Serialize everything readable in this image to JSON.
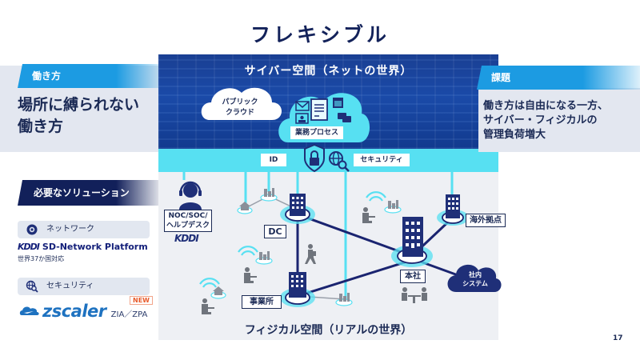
{
  "slide": {
    "title": "フレキシブル",
    "page_number": "17"
  },
  "left_panel": {
    "tag": "働き方",
    "main_line1": "場所に縛られない",
    "main_line2": "働き方"
  },
  "solutions": {
    "tag": "必要なソリューション",
    "network": {
      "label": "ネットワーク",
      "icon": "network-globe-icon",
      "brand": "KDDI",
      "product": "SD-Network Platform",
      "note": "世界37か国対応"
    },
    "security": {
      "label": "セキュリティ",
      "icon": "globe-search-icon",
      "brand": "zscaler",
      "product": "ZIA／ZPA",
      "badge": "NEW"
    }
  },
  "diagram": {
    "cyber_title": "サイバー空間（ネットの世界）",
    "public_cloud_line1": "パブリック",
    "public_cloud_line2": "クラウド",
    "business_process": "業務プロセス",
    "id_label": "ID",
    "security_label": "セキュリティ",
    "noc_line1": "NOC/SOC/",
    "noc_line2": "ヘルプデスク",
    "noc_brand": "KDDI",
    "dc_label": "DC",
    "overseas_label": "海外拠点",
    "hq_label": "本社",
    "internal_line1": "社内",
    "internal_line2": "システム",
    "office_label": "事業所",
    "physical_title": "フィジカル空間（リアルの世界）"
  },
  "right_panel": {
    "tag": "課題",
    "line1": "働き方は自由になる一方、",
    "line2": "サイバー・フィジカルの",
    "line3": "管理負荷増大"
  },
  "colors": {
    "navy": "#1b2a55",
    "accent_blue": "#1c9be2",
    "cyan_band": "#57e0f2",
    "building_navy": "#1f2f78",
    "zscaler_blue": "#1e72c0"
  }
}
